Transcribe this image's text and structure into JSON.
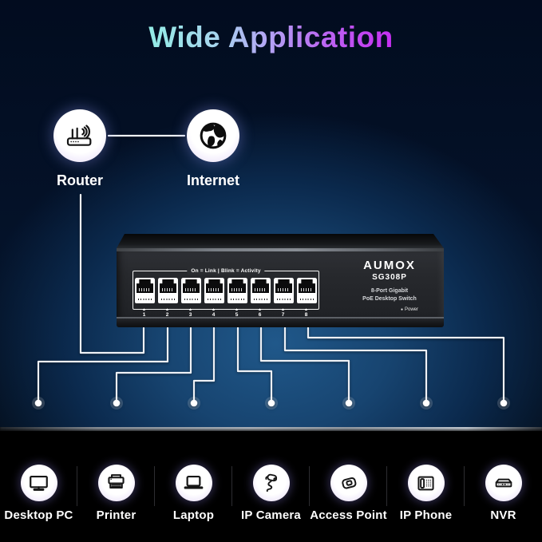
{
  "title": {
    "text": "Wide Application"
  },
  "top_nodes": {
    "router": {
      "label": "Router",
      "icon": "router-icon"
    },
    "internet": {
      "label": "Internet",
      "icon": "globe-icon"
    }
  },
  "switch": {
    "brand": "AUMOX",
    "model": "SG308P",
    "tagline_line1": "8-Port Gigabit",
    "tagline_line2": "PoE Desktop Switch",
    "power_dot": "●",
    "power_label": "Power",
    "ports_legend": "On = Link | Blink = Activity",
    "port_arrow": "▲",
    "port_numbers": [
      "1",
      "2",
      "3",
      "4",
      "5",
      "6",
      "7",
      "8"
    ]
  },
  "devices": [
    {
      "label": "Desktop PC",
      "icon": "desktop-pc-icon"
    },
    {
      "label": "Printer",
      "icon": "printer-icon"
    },
    {
      "label": "Laptop",
      "icon": "laptop-icon"
    },
    {
      "label": "IP Camera",
      "icon": "ip-camera-icon"
    },
    {
      "label": "Access Point",
      "icon": "access-point-icon"
    },
    {
      "label": "IP Phone",
      "icon": "ip-phone-icon"
    },
    {
      "label": "NVR",
      "icon": "nvr-icon"
    }
  ],
  "connections": {
    "router_to": "Internet",
    "uplink": {
      "switch_port": "1",
      "to": "Router"
    },
    "downlinks": [
      {
        "switch_port": "2",
        "to": "Desktop PC"
      },
      {
        "switch_port": "3",
        "to": "Printer"
      },
      {
        "switch_port": "4",
        "to": "Laptop"
      },
      {
        "switch_port": "5",
        "to": "IP Camera"
      },
      {
        "switch_port": "6",
        "to": "Access Point"
      },
      {
        "switch_port": "7",
        "to": "IP Phone"
      },
      {
        "switch_port": "8",
        "to": "NVR"
      }
    ]
  },
  "colors": {
    "title_gradient_start": "#93ECE6",
    "title_gradient_mid": "#B3A6F4",
    "title_gradient_end": "#C72DF2",
    "background_glow": "#20588A",
    "background_dark": "#020C1F",
    "cable": "#EEF1F6",
    "bottom_band": "#000000"
  }
}
